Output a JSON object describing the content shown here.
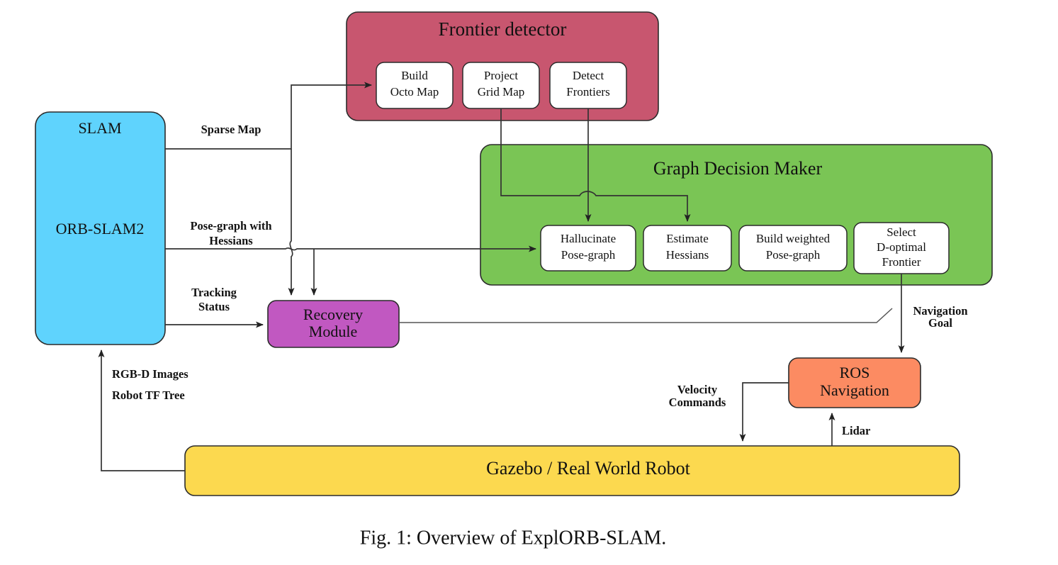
{
  "figure": {
    "caption": "Fig. 1: Overview of ExplORB-SLAM."
  },
  "palette": {
    "slam_blue": "#5fd3fd",
    "frontier_rose": "#c8566f",
    "graph_green": "#7ac555",
    "recovery_purple": "#c158c1",
    "ros_orange": "#fc8b62",
    "gazebo_yellow": "#fcd94f",
    "node_white": "#ffffff",
    "stroke": "#2b2b2b",
    "edge": "#333333",
    "text": "#111111"
  },
  "blocks": {
    "slam": {
      "title": "SLAM",
      "subtitle": "ORB-SLAM2"
    },
    "frontier_detector": {
      "title": "Frontier detector",
      "nodes": [
        {
          "line1": "Build",
          "line2": "Octo Map"
        },
        {
          "line1": "Project",
          "line2": "Grid Map"
        },
        {
          "line1": "Detect",
          "line2": "Frontiers"
        }
      ]
    },
    "graph_decision_maker": {
      "title": "Graph Decision Maker",
      "nodes": [
        {
          "line1": "Hallucinate",
          "line2": "Pose-graph",
          "line3": ""
        },
        {
          "line1": "Estimate",
          "line2": "Hessians",
          "line3": ""
        },
        {
          "line1": "Build weighted",
          "line2": "Pose-graph",
          "line3": ""
        },
        {
          "line1": "Select",
          "line2": "D-optimal",
          "line3": "Frontier"
        }
      ]
    },
    "recovery_module": {
      "line1": "Recovery",
      "line2": "Module"
    },
    "ros_navigation": {
      "line1": "ROS",
      "line2": "Navigation"
    },
    "gazebo": {
      "title": "Gazebo / Real World Robot"
    }
  },
  "edge_labels": {
    "sparse_map": "Sparse Map",
    "pose_graph_l1": "Pose-graph with",
    "pose_graph_l2": "Hessians",
    "tracking_l1": "Tracking",
    "tracking_l2": "Status",
    "rgbd_images": "RGB-D Images",
    "robot_tf_tree": "Robot TF Tree",
    "navigation_goal_l1": "Navigation",
    "navigation_goal_l2": "Goal",
    "velocity_l1": "Velocity",
    "velocity_l2": "Commands",
    "lidar": "Lidar"
  }
}
